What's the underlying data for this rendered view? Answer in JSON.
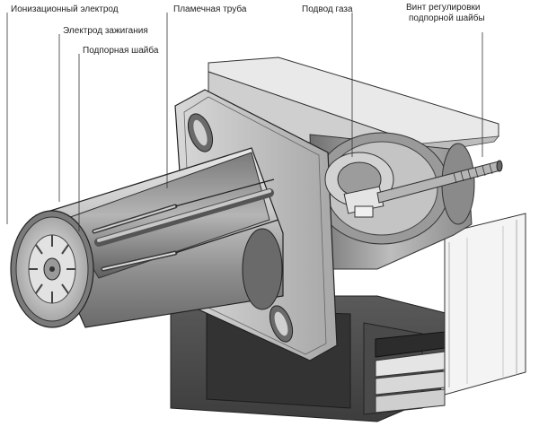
{
  "diagram": {
    "labels": {
      "ionization_electrode": "Ионизационный электрод",
      "ignition_electrode": "Электрод зажигания",
      "baffle_disc": "Подпорная шайба",
      "flame_tube": "Пламечная труба",
      "gas_inlet": "Подвод газа",
      "adjust_screw_line1": "Винт регулировки",
      "adjust_screw_line2": "подпорной шайбы"
    }
  }
}
